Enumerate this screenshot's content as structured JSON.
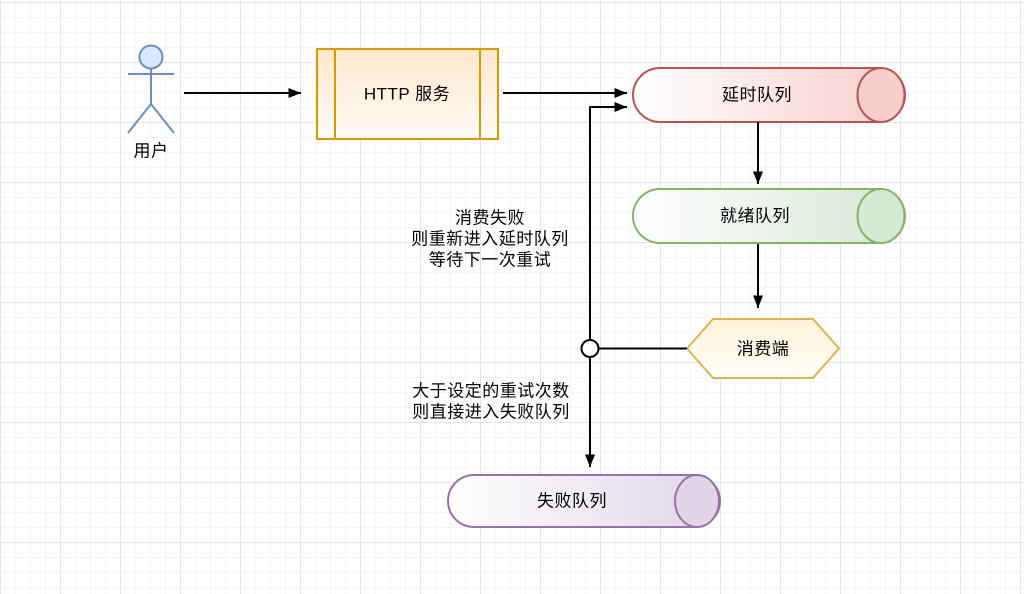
{
  "nodes": {
    "actor": {
      "label": "用户",
      "stroke": "#6c8ebf",
      "fill": "#dae8fc"
    },
    "http_service": {
      "label": "HTTP 服务",
      "stroke": "#d79b00",
      "fill": "#ffe6cc"
    },
    "delay_queue": {
      "label": "延时队列",
      "stroke": "#b85450",
      "fill": "#f8cecc"
    },
    "ready_queue": {
      "label": "就绪队列",
      "stroke": "#82b366",
      "fill": "#d5e8d4"
    },
    "consumer": {
      "label": "消费端",
      "stroke": "#d6b656",
      "fill": "#fdf3d8"
    },
    "fail_queue": {
      "label": "失败队列",
      "stroke": "#9673a6",
      "fill": "#e1d5e7"
    }
  },
  "annotations": {
    "retry": {
      "line1": "消费失败",
      "line2": "则重新进入延时队列",
      "line3": "等待下一次重试"
    },
    "fail": {
      "line1": "大于设定的重试次数",
      "line2": "则直接进入失败队列"
    }
  },
  "edge_color": "#000000",
  "grid": {
    "minor_color": "#f5f5f5",
    "major_color": "#e5e5e5",
    "background": "#ffffff"
  }
}
